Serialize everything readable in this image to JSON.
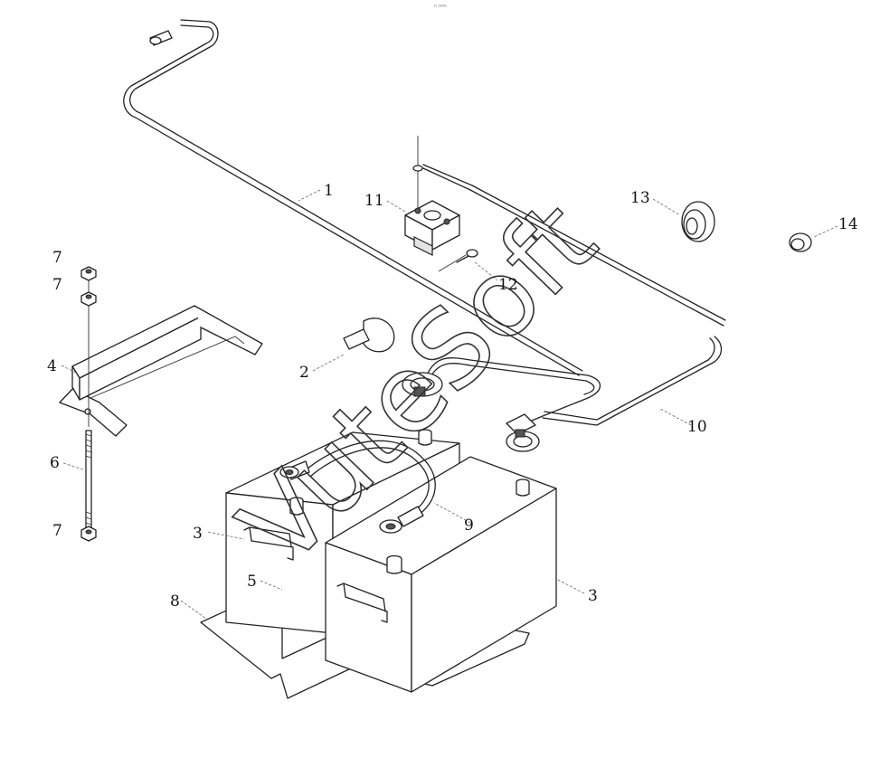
{
  "diagram": {
    "header_mark": "ⁿ ᵐᵐ",
    "watermark": "VuteSoft",
    "callouts": {
      "c1": "1",
      "c2": "2",
      "c3a": "3",
      "c3b": "3",
      "c4": "4",
      "c5": "5",
      "c6": "6",
      "c7a": "7",
      "c7b": "7",
      "c7c": "7",
      "c8": "8",
      "c9": "9",
      "c10": "10",
      "c11": "11",
      "c12": "12",
      "c13": "13",
      "c14": "14"
    }
  }
}
